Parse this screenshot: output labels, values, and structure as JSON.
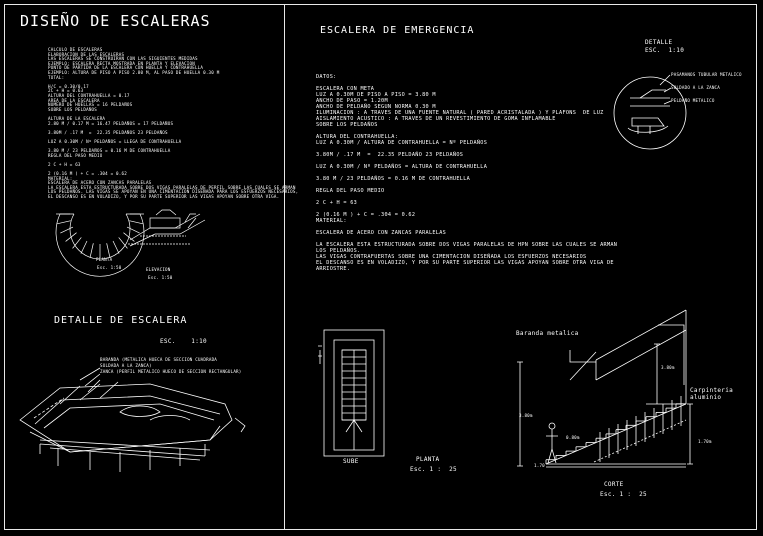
{
  "left": {
    "title": "DISEÑO DE ESCALERAS",
    "small_text": [
      "CALCULO DE ESCALERAS",
      "ELABORACION DE LAS ESCALERAS",
      "LAS ESCALERAS SE CONSTRUIRAN CON LAS SIGUIENTES MEDIDAS",
      "EJEMPLO: ESCALERA RECTA MOSTRADA EN PLANTA Y ELEVACION",
      "PUNTO DE PARTIDA DE LA ESCALERA CON HUELLA Y CONTRAHUELLA",
      "EJEMPLO: ALTURA DE PISO A PISO 2.80 M, AL PASO DE HUELLA 0.30 M",
      "TOTAL:",
      "",
      "H/C = 0.30/0.17",
      "2C + H = 0.63",
      "ALTURA DEL CONTRAHUELLA = 0.17",
      "AREA DE LA ESCALERA",
      "NUMERO DE HUELLAS = 16 PELDAÑOS",
      "SOBRE LOS PELDAÑOS",
      "",
      "ALTURA DE LA ESCALERA",
      "2.80 M / 0.17 M = 16.47 PELDAÑOS = 17 PELDAÑOS",
      "",
      "3.80M / .17 M  =  22.35 PELDAÑOS 23 PELDAÑOS",
      "",
      "LUZ A 0.30M / Nº PELDAÑOS = LLEGA DE CONTRAHUELLA",
      "",
      "3.80 M / 23 PELDAÑOS = 0.16 M DE CONTRAHUELLA",
      "REGLA DEL PASO MEDIO",
      "",
      "2 C + H = 63",
      "",
      "2 (0.16 M ) + C = .304 = 0.62",
      "MATERIAL:",
      "ESCALERA DE ACERO CON ZANCAS PARALELAS",
      "LA ESCALERA ESTA ESTRUCTURADA SOBRE DOS VIGAS PARALELAS DE PERFIL SOBRE LAS CUALES SE ARMAN",
      "LOS PELDAÑOS. LAS VIGAS SE APOYAN EN UNA CIMENTACION DISEÑADA PARA LOS ESFUERZOS NECESARIOS,",
      "EL DESCANSO ES EN VOLADIZO, Y POR SU PARTE SUPERIOR LAS VIGAS APOYAN SOBRE OTRA VIGA."
    ],
    "plan_label": "PLANTA",
    "plan_scale": "Esc. 1:50",
    "elev_label": "ELEVACION",
    "elev_scale": "Esc. 1:50",
    "detail_title": "DETALLE DE ESCALERA",
    "detail_scale": "ESC.    1:10",
    "detail_callouts": [
      "BARANDA (METALICA HUECA DE SECCION CUADRADA",
      "SOLDADA A LA ZANCA)",
      "ZANCA (PERFIL METALICO HUECO DE SECCION RECTANGULAR)"
    ]
  },
  "right": {
    "title": "ESCALERA DE EMERGENCIA",
    "detail_title": "DETALLE",
    "detail_scale": "ESC.  1:10",
    "detail_callouts": [
      "PASAMANOS TUBULAR METALICO",
      "SOLDADO A LA ZANCA",
      "PELDAÑO METALICO"
    ],
    "data_lines": [
      "DATOS:",
      "",
      "ESCALERA CON META",
      "LUZ A 0.30M DE PISO A PISO = 3.80 M",
      "ANCHO DE PASO = 1.20M",
      "ANCHO DE PELDAÑO SEGUN NORMA 0.30 M",
      "ILUMINACION : A TRAVES DE UNA FUENTE NATURAL ( PARED ACRISTALADA ) Y PLAFONS  DE LUZ",
      "AISLAMIENTO ACUSTICO : A TRAVES DE UN REVESTIMIENTO DE GOMA INFLAMABLE",
      "SOBRE LOS PELDAÑOS",
      "",
      "ALTURA DEL CONTRAHUELLA:",
      "LUZ A 0.30M / ALTURA DE CONTRAHUELLA = Nº PELDAÑOS",
      "",
      "3.80M / .17 M  =  22.35 PELDAÑO 23 PELDAÑOS",
      "",
      "LUZ A 0.30M / Nº PELDAÑOS = ALTURA DE CONTRAHUELLA",
      "",
      "3.80 M / 23 PELDAÑOS = 0.16 M DE CONTRAHUELLA",
      "",
      "REGLA DEL PASO MEDIO",
      "",
      "2 C + H = 63",
      "",
      "2 (0.16 M ) + C = .304 = 0.62",
      "MATERIAL:",
      "",
      "ESCALERA DE ACERO CON ZANCAS PARALELAS",
      "",
      "LA ESCALERA ESTA ESTRUCTURADA SOBRE DOS VIGAS PARALELAS DE HPN SOBRE LAS CUALES SE ARMAN",
      "LOS PELDAÑOS.",
      "LAS VIGAS CONTRAFUERTAS SOBRE UNA CIMENTACION DISEÑADA LOS ESFUERZOS NECESARIOS",
      "EL DESCANSO ES EN VOLADIZO, Y POR SU PARTE SUPERIOR LAS VIGAS APOYAN SOBRE OTRA VIGA DE",
      "ARRIOSTRE."
    ],
    "plan_label": "PLANTA",
    "plan_scale": "Esc. 1 :  25",
    "sube_label": "SUBE",
    "section_title": "Baranda metalica",
    "carpentry_label": "Carpinteria\naluminio",
    "dims": [
      "3.80m",
      "3.80m",
      "1.70m",
      "0.80m",
      "1.70"
    ],
    "section_label": "CORTE",
    "section_scale": "Esc. 1 :  25"
  }
}
